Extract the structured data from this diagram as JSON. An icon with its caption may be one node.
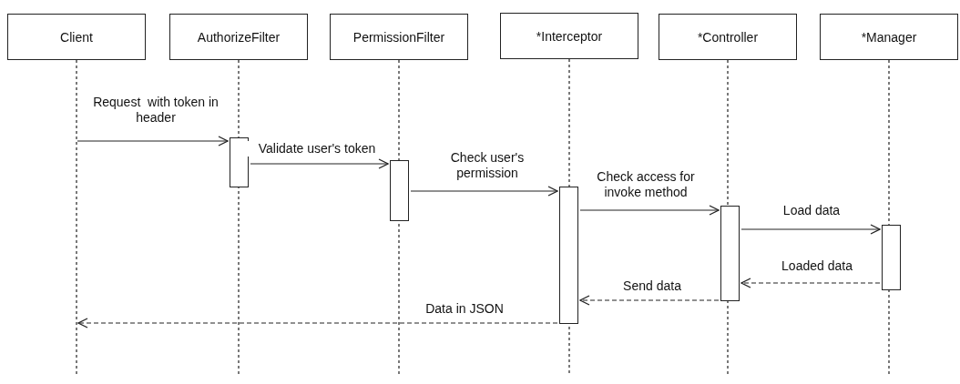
{
  "diagram": {
    "nodes": [
      {
        "text": [
          "Client"
        ]
      },
      {
        "text": [
          "AuthorizeFilter"
        ]
      },
      {
        "text": [
          "PermissionFilter"
        ]
      },
      {
        "text": [
          "*Interceptor"
        ]
      },
      {
        "text": [
          "*Controller"
        ]
      },
      {
        "text": [
          "*Manager"
        ]
      },
      {
        "text": [],
        "shape": "bar"
      },
      {
        "text": [],
        "shape": "bar"
      },
      {
        "text": [],
        "shape": "bar"
      },
      {
        "text": [],
        "shape": "bar"
      },
      {
        "text": [],
        "shape": "bar"
      }
    ],
    "edges": [
      {
        "from": null,
        "to": 6,
        "arrow": "to",
        "label": "Request  with token in header"
      },
      {
        "from": 6,
        "to": 7,
        "arrow": "to",
        "label": "Validate user's token"
      },
      {
        "from": 7,
        "to": 8,
        "arrow": "to",
        "label": "Check user's permission"
      },
      {
        "from": 8,
        "to": 9,
        "arrow": "to",
        "label": "Check access for invoke method"
      },
      {
        "from": 9,
        "to": 10,
        "arrow": "to",
        "label": "Load data"
      },
      {
        "from": 10,
        "to": 9,
        "arrow": "to",
        "label": "Loaded data",
        "style": "dashed"
      },
      {
        "from": 9,
        "to": 8,
        "arrow": "to",
        "label": "Send data",
        "style": "dashed"
      },
      {
        "from": 8,
        "to": null,
        "arrow": "to",
        "label": "Data in JSON",
        "style": "dashed"
      }
    ]
  }
}
